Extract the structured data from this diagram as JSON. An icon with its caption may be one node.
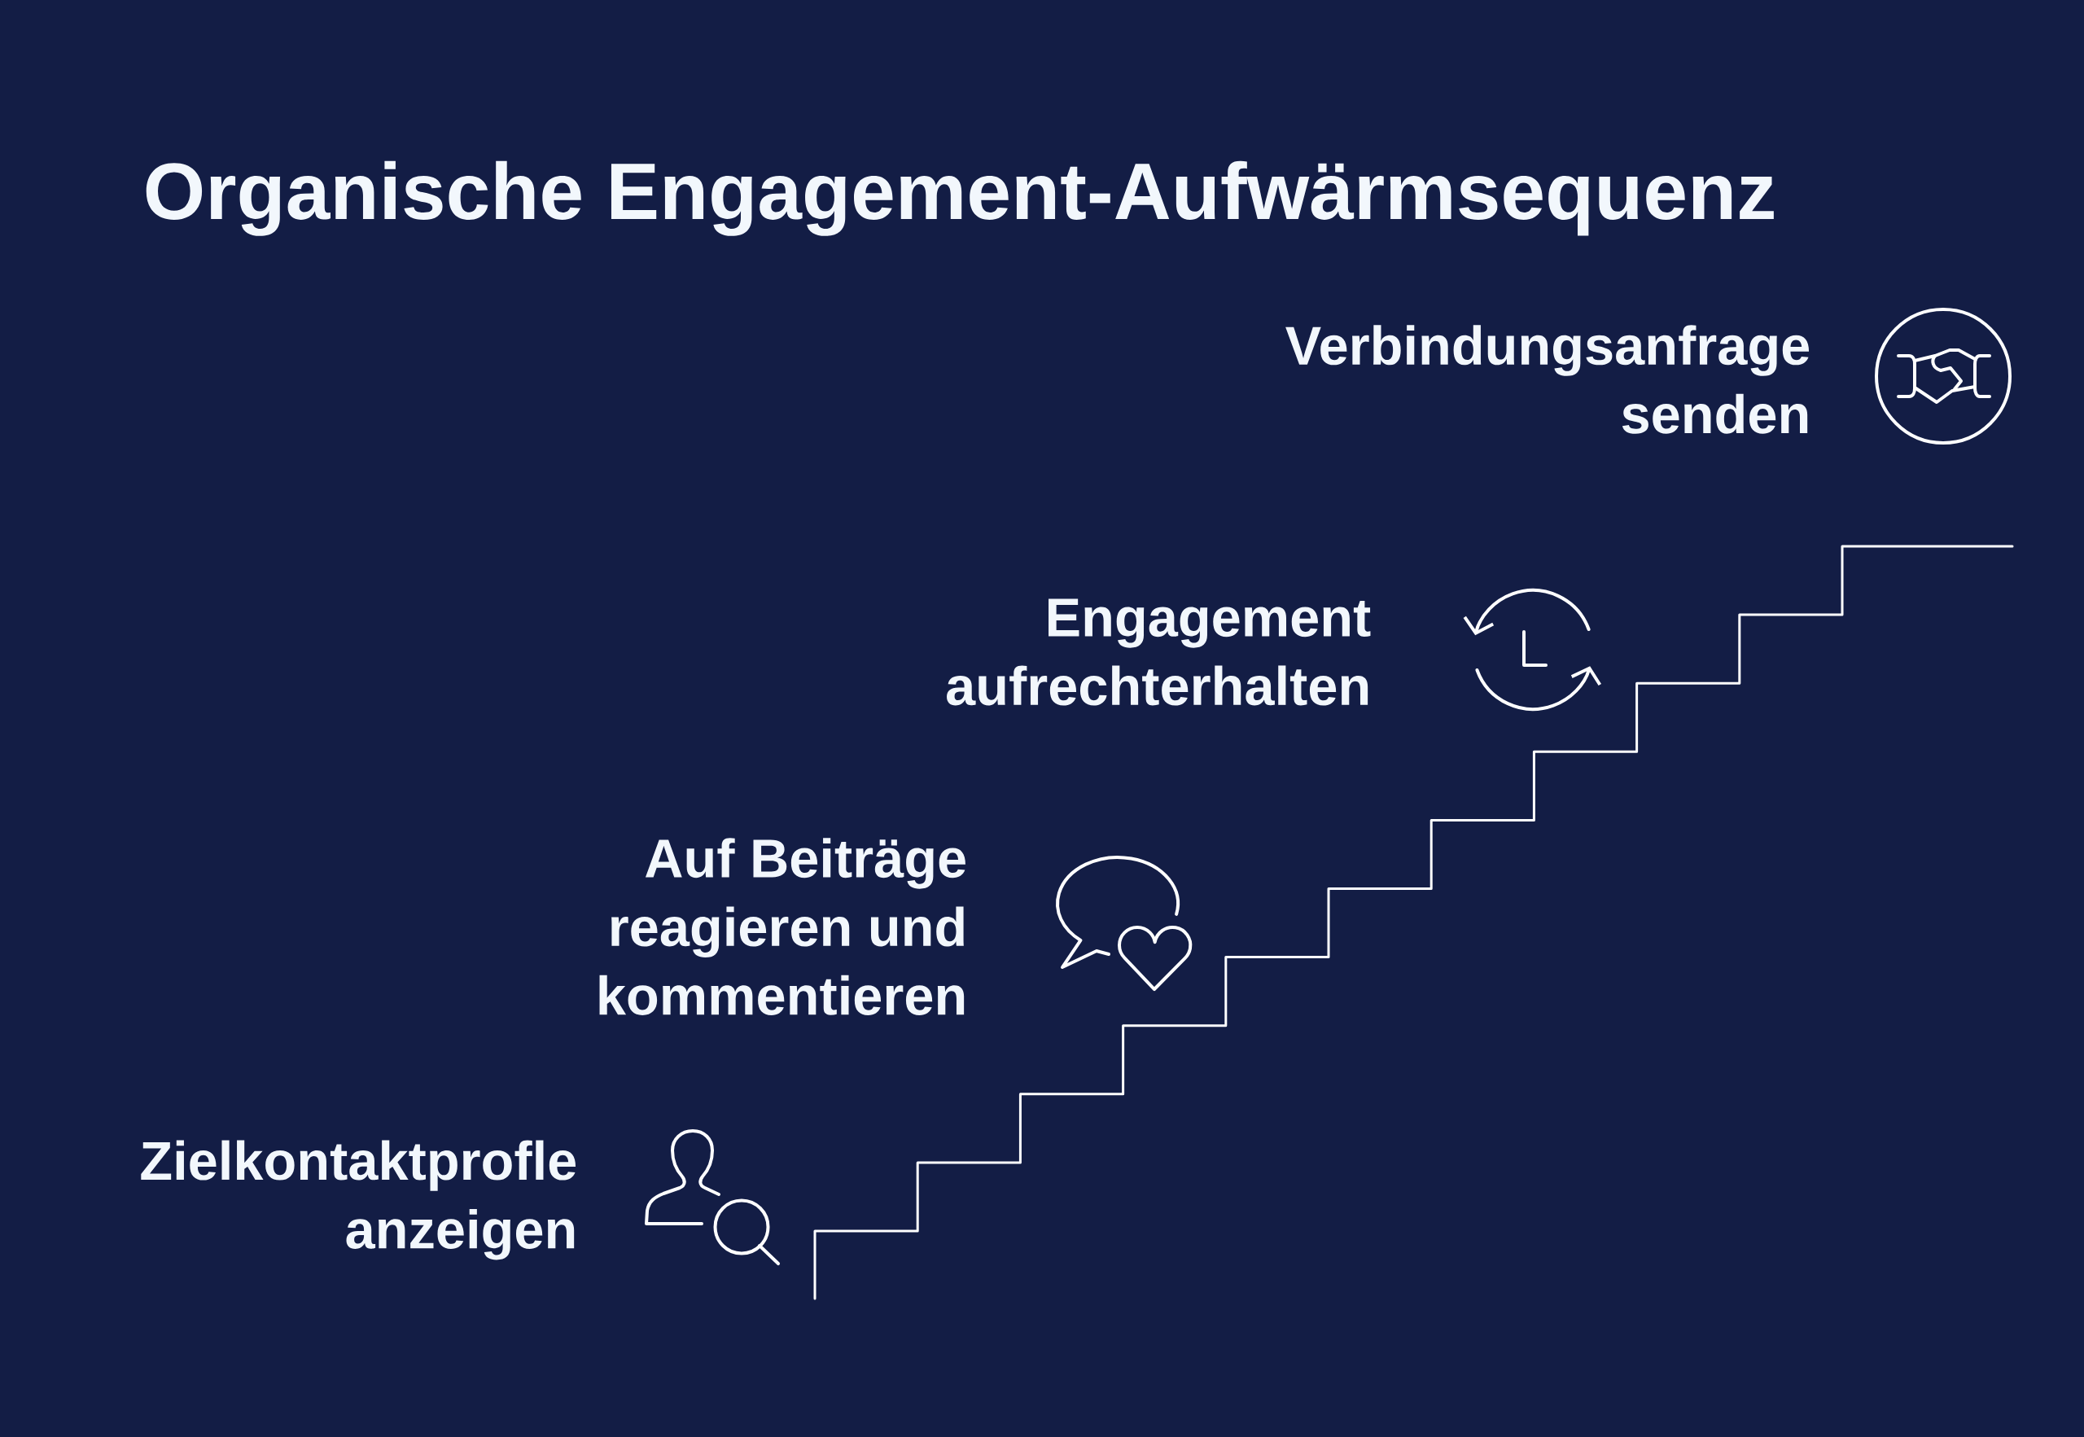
{
  "diagram": {
    "title": "Organische Engagement-Aufwärmsequenz",
    "labels": [
      "Verbindungsanfrage senden",
      "Engagement aufrechterhalten",
      "Auf Beiträge reagieren und kommentieren",
      "Zielkontaktprofle anzeigen"
    ]
  }
}
